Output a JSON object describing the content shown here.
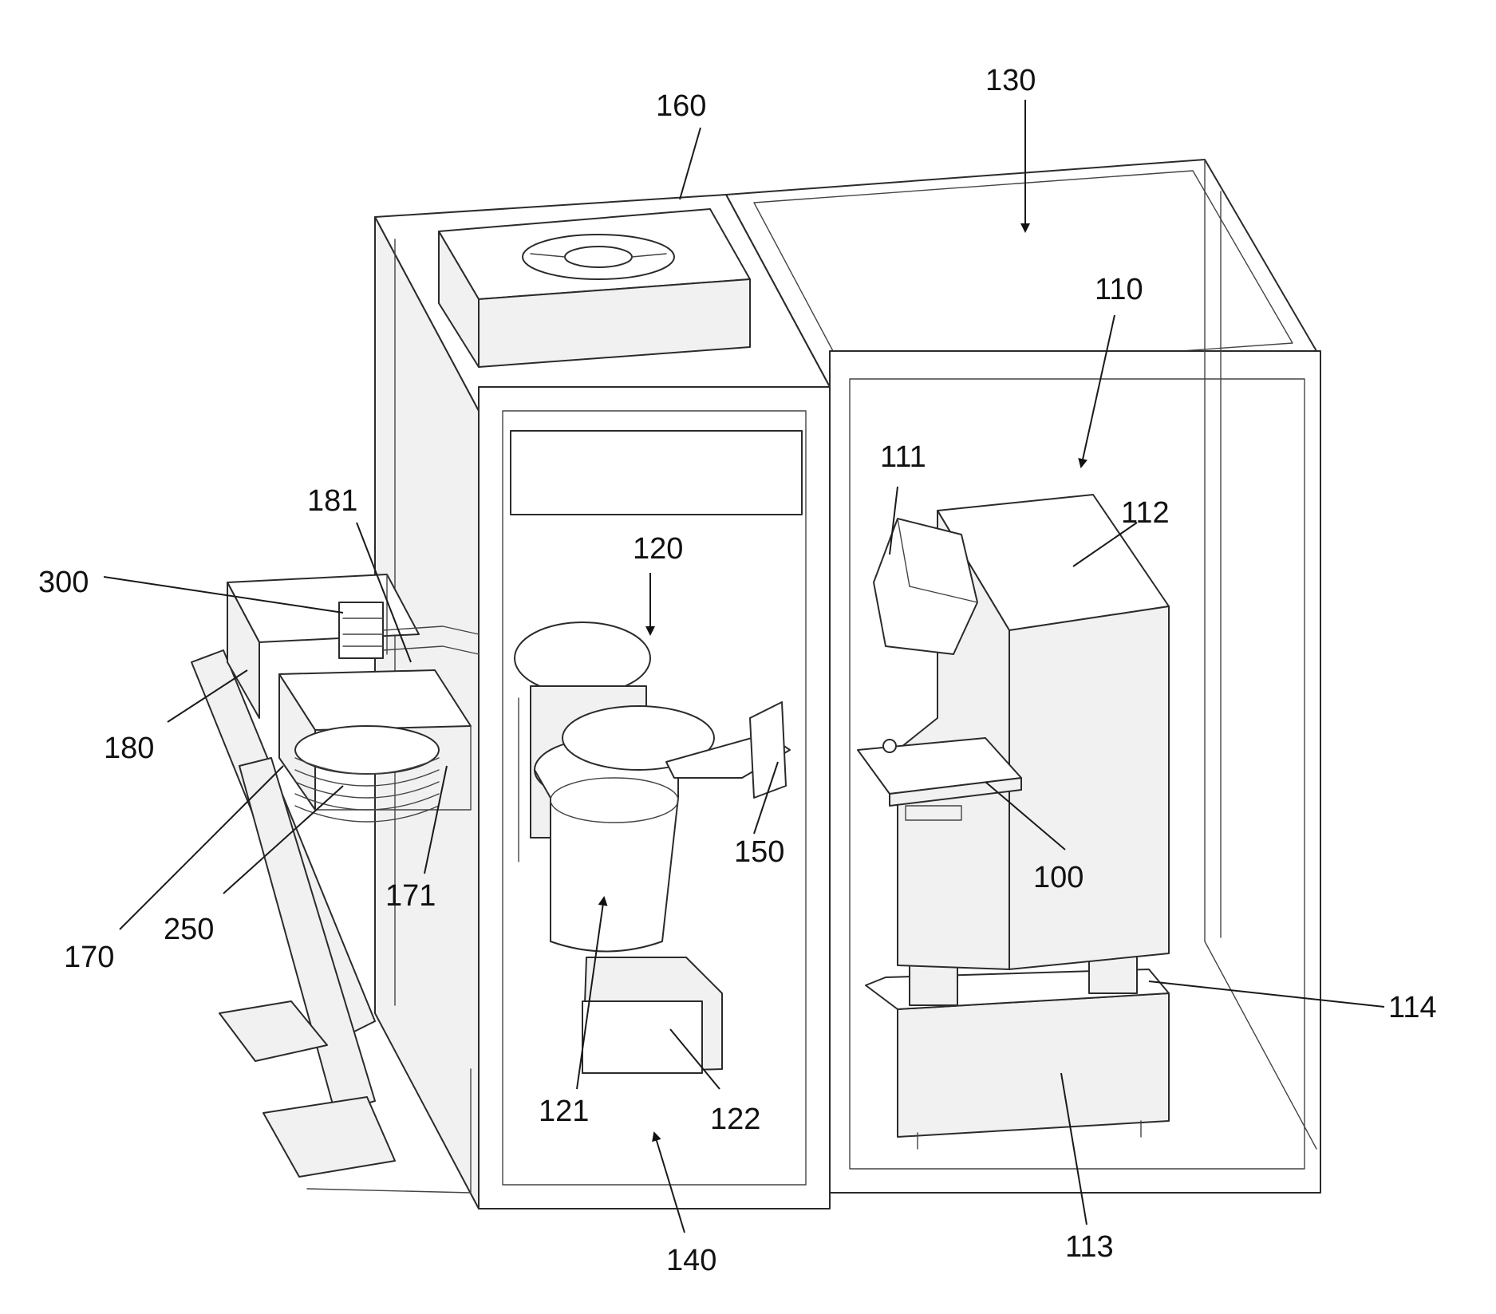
{
  "figure": {
    "reference_labels": {
      "r130": "130",
      "r160": "160",
      "r110": "110",
      "r111": "111",
      "r112": "112",
      "r181": "181",
      "r120": "120",
      "r300": "300",
      "r180": "180",
      "r150": "150",
      "r100": "100",
      "r171": "171",
      "r250": "250",
      "r170": "170",
      "r114": "114",
      "r121": "121",
      "r122": "122",
      "r113": "113",
      "r140": "140"
    }
  }
}
